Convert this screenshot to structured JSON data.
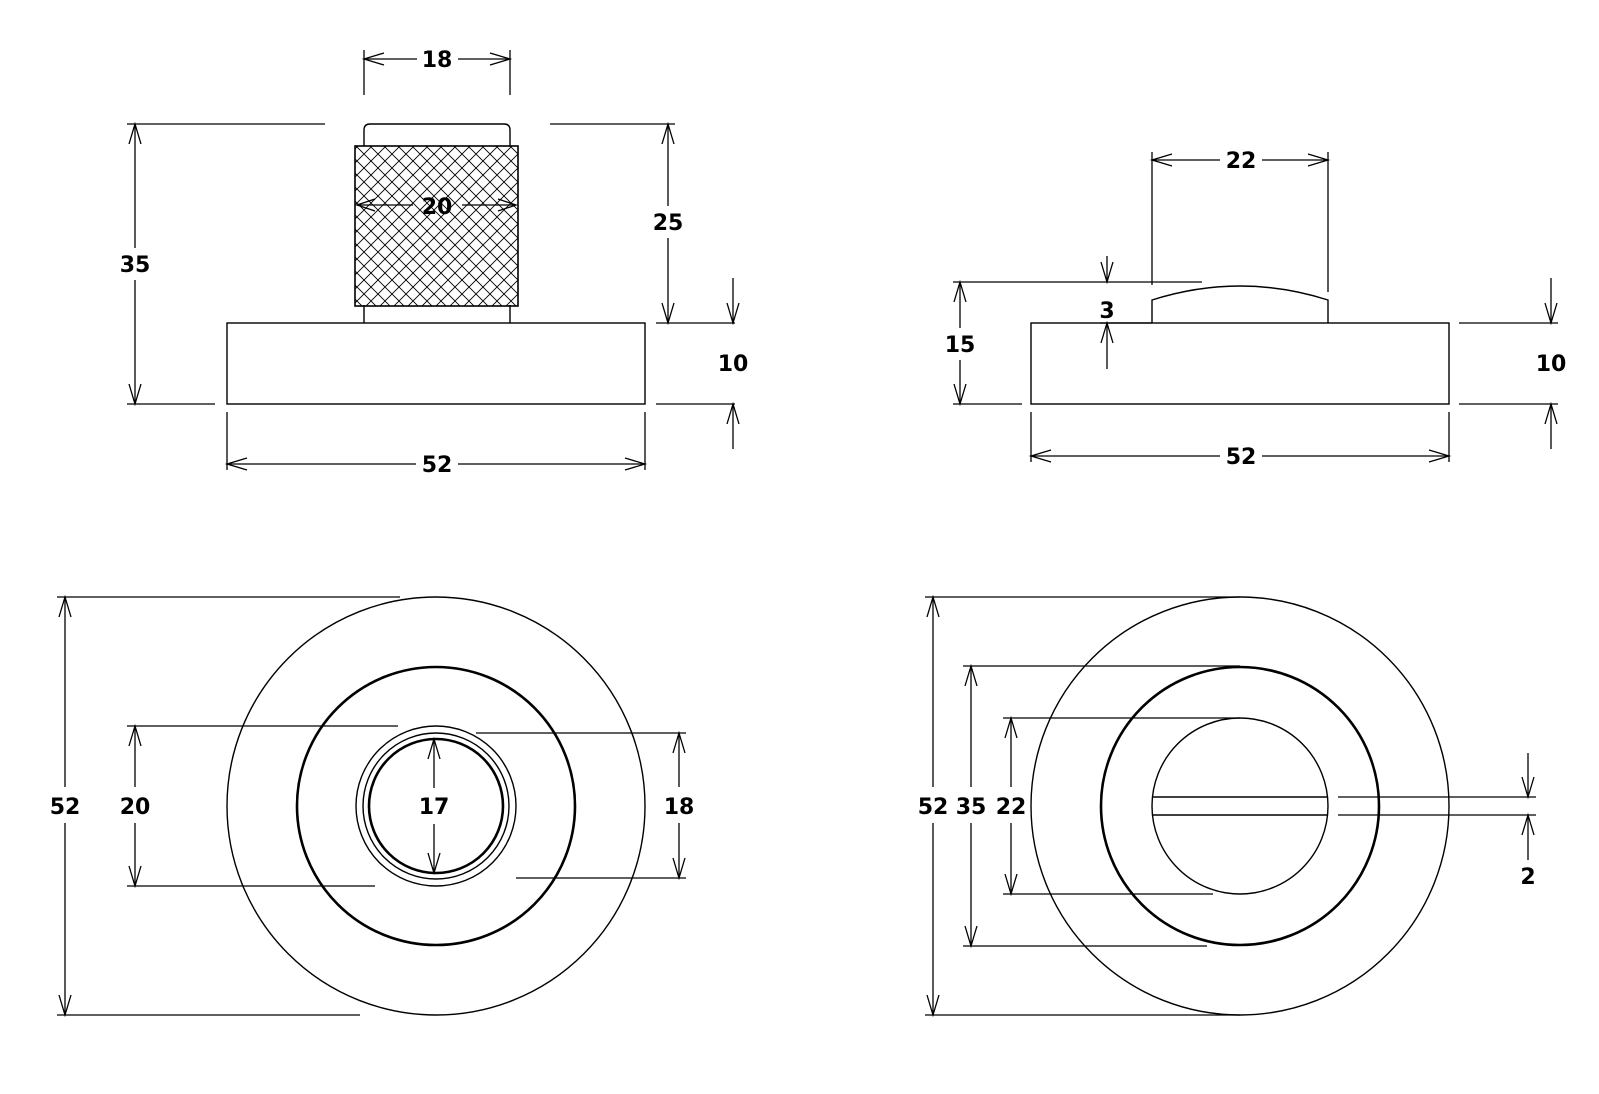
{
  "views": {
    "front_view": {
      "knob_width": "18",
      "knob_knurl": "20",
      "overall_height": "35",
      "knob_height": "25",
      "base_thickness": "10",
      "base_width": "52"
    },
    "side_view": {
      "cap_width": "22",
      "cap_height": "3",
      "overall_height": "15",
      "base_thickness": "10",
      "base_width": "52"
    },
    "top_view_left": {
      "outer_diameter": "52",
      "mid_diameter": "20",
      "inner_diameter": "17",
      "knob_diameter": "18"
    },
    "top_view_right": {
      "outer_diameter": "52",
      "ring_diameter": "35",
      "inner_diameter": "22",
      "slot_width": "2"
    }
  }
}
